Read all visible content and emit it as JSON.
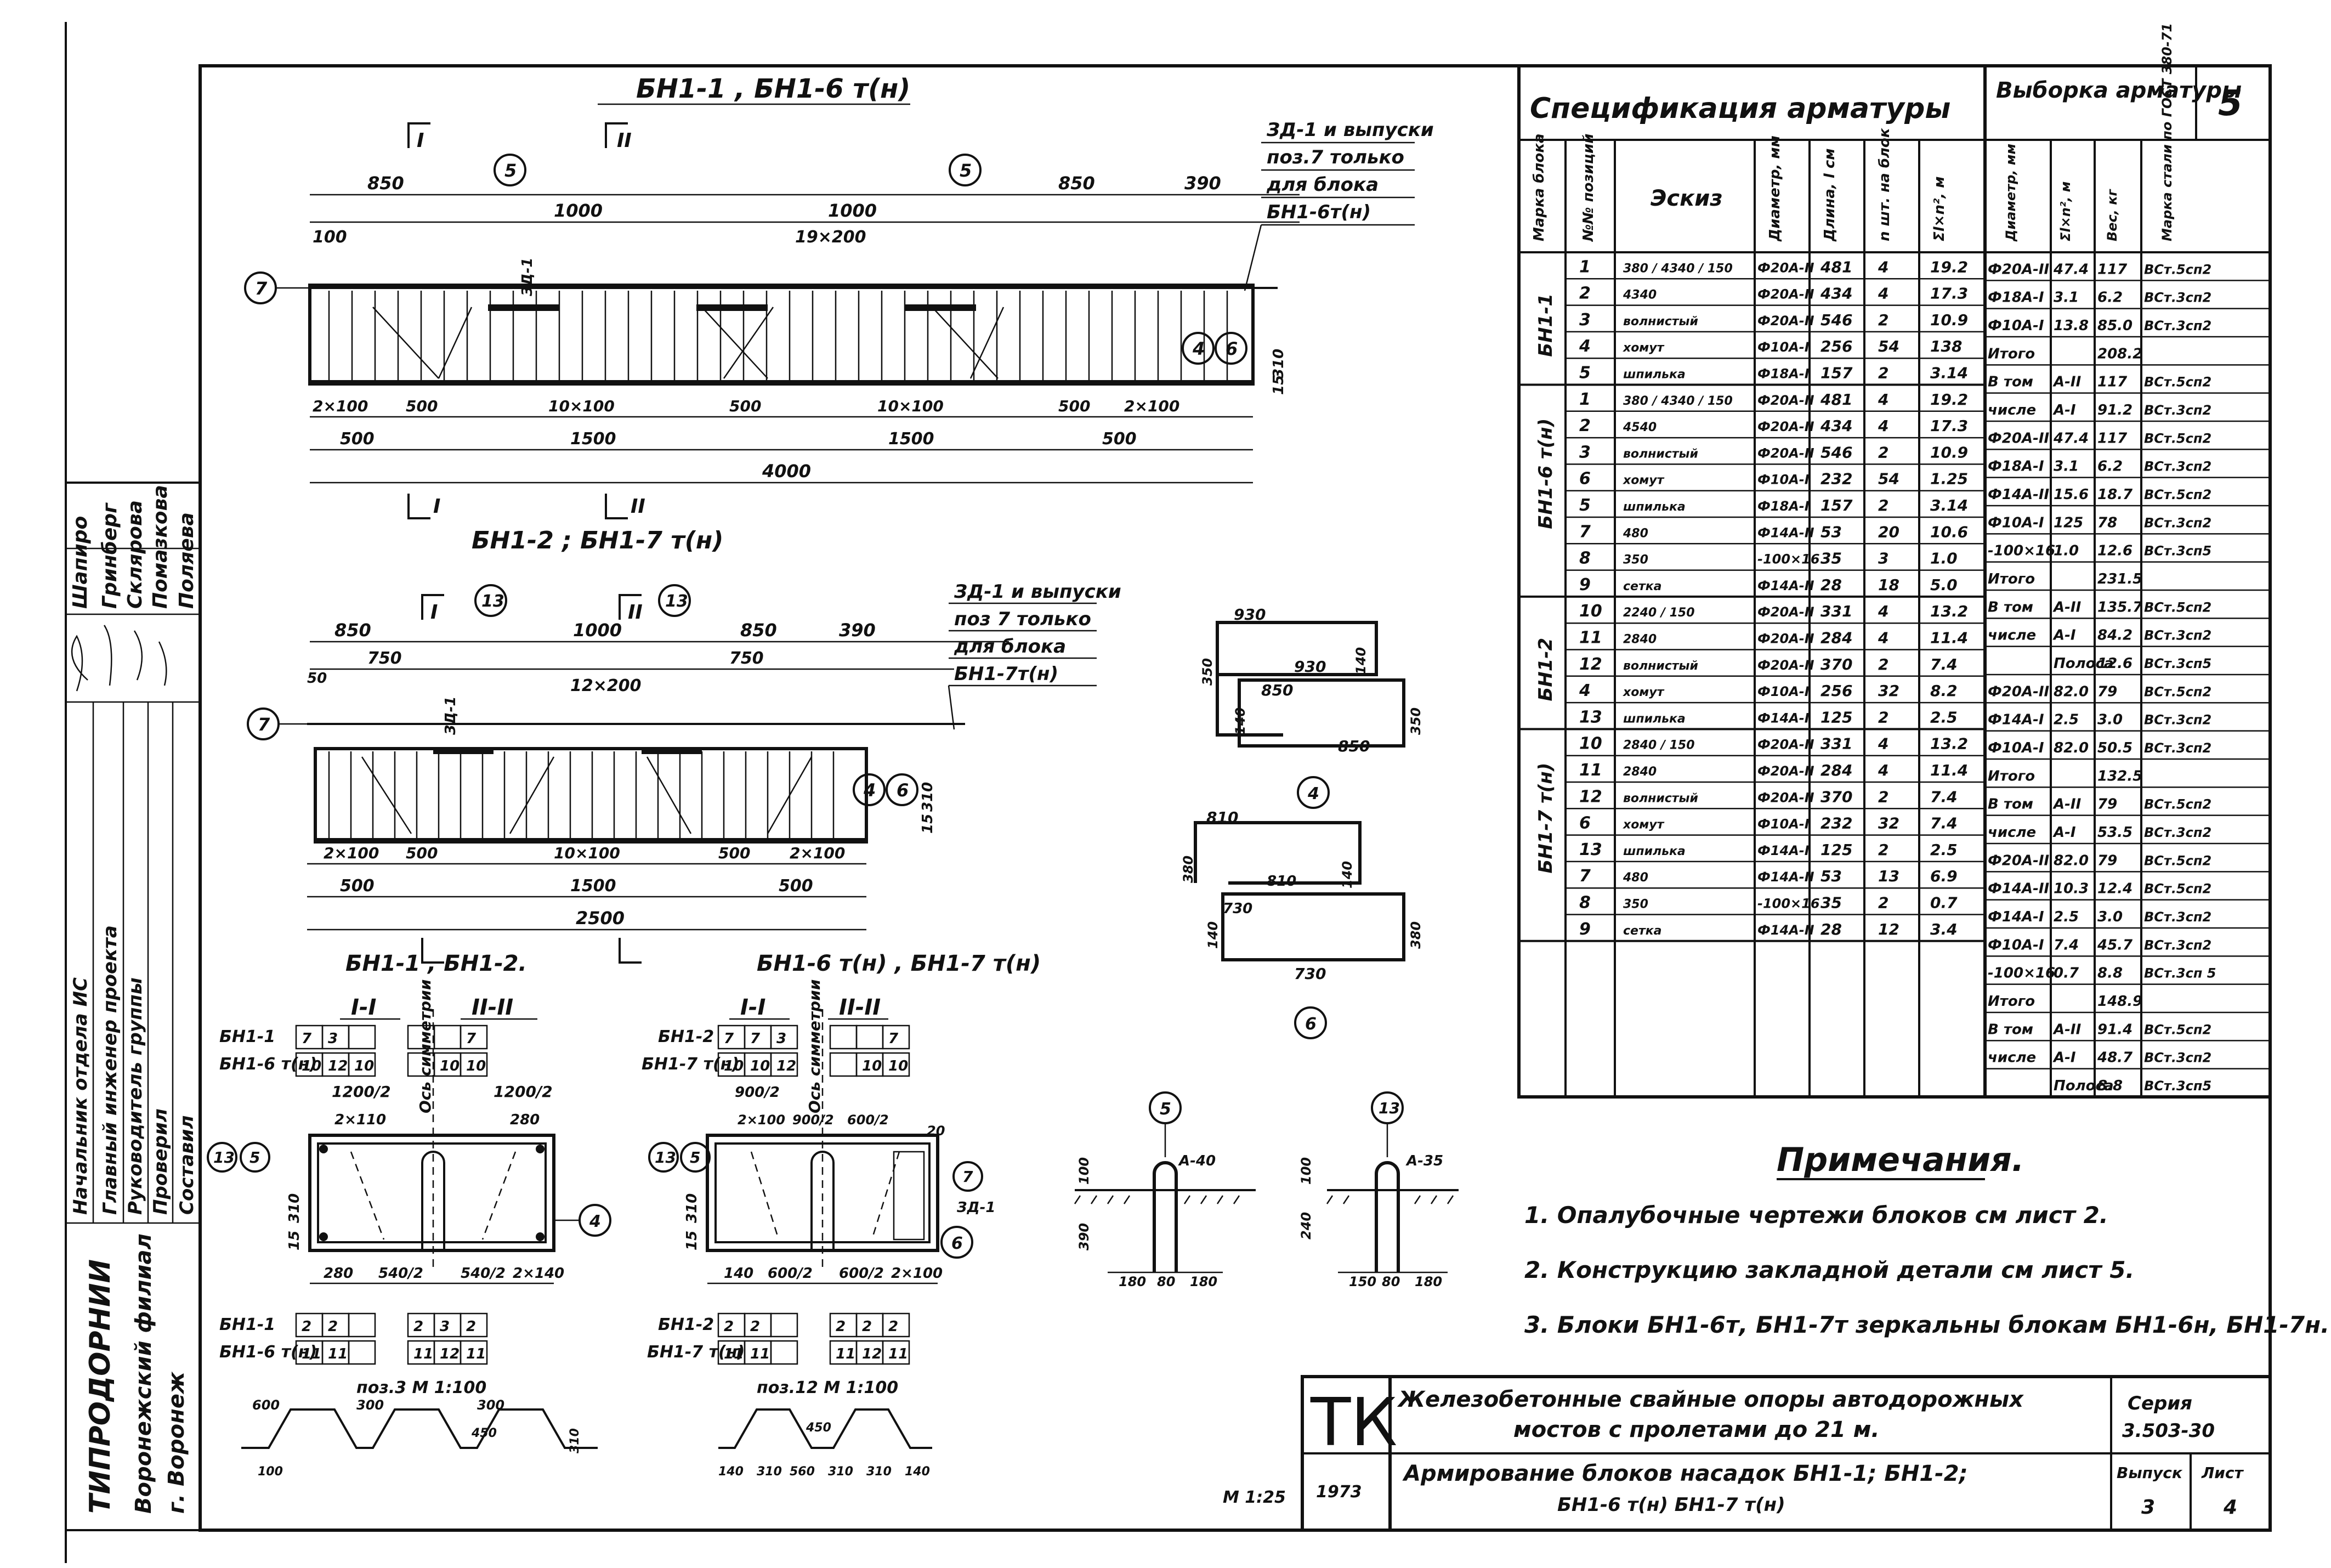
{
  "sheet_number": "5",
  "plan_top": {
    "title": "БН1-1 , БН1-6 т(н)",
    "section_marks": [
      "I",
      "II"
    ],
    "note_lines": [
      "ЗД-1 и выпуски",
      "поз.7 только",
      "для блока",
      "БН1-6т(н)"
    ],
    "top_dims": [
      "850",
      "1000",
      "1000",
      "850",
      "390"
    ],
    "inner_dims": [
      "100",
      "19×200"
    ],
    "bottom_dims": [
      "2×100",
      "500",
      "10×100",
      "500",
      "10×100",
      "500",
      "2×100"
    ],
    "half_dims": [
      "500",
      "1500",
      "1500",
      "500"
    ],
    "total_dim": "4000",
    "callouts": [
      "5",
      "5",
      "7",
      "4",
      "6"
    ],
    "embed_label": "ЗД-1",
    "height_dims": [
      "310",
      "15"
    ]
  },
  "plan_mid": {
    "title": "БН1-2 ; БН1-7 т(н)",
    "section_marks": [
      "I",
      "II"
    ],
    "note_lines": [
      "ЗД-1 и выпуски",
      "поз 7 только",
      "для блока",
      "БН1-7т(н)"
    ],
    "top_dims": [
      "850",
      "1000",
      "850",
      "390"
    ],
    "inner_dims": [
      "750",
      "12×200",
      "750",
      "50"
    ],
    "bottom_dims": [
      "2×100",
      "500",
      "10×100",
      "500",
      "2×100"
    ],
    "half_dims": [
      "500",
      "1500",
      "500"
    ],
    "total_dim": "2500",
    "callouts": [
      "13",
      "13",
      "7",
      "4",
      "6"
    ],
    "embed_label": "ЗД-1",
    "height_dims": [
      "310",
      "15"
    ]
  },
  "sections_left": {
    "title": "БН1-1 , БН1-2.",
    "sec1": "I-I",
    "sec2": "II-II",
    "row1_label": "БН1-1",
    "row1_vals": [
      "7",
      "3",
      "",
      "",
      "",
      "7"
    ],
    "row2_label": "БН1-6 т(н)",
    "row2_vals": [
      "10",
      "12",
      "10",
      "",
      "10",
      "10"
    ],
    "axis_label": "Ось симметрии",
    "dims_top": [
      "1200/2",
      "1200/2",
      "2×110",
      "280"
    ],
    "dims_bottom": [
      "280",
      "540/2",
      "540/2",
      "2×140"
    ],
    "dims_side": [
      "310",
      "15"
    ],
    "callouts": [
      "13",
      "5",
      "4"
    ],
    "bottom_rows": [
      {
        "label": "БН1-1",
        "vals": [
          "2",
          "2",
          "",
          "2",
          "3",
          "2"
        ]
      },
      {
        "label": "БН1-6 т(н)",
        "vals": [
          "11",
          "11",
          "",
          "11",
          "12",
          "11"
        ]
      }
    ],
    "bend_title": "поз.3 М 1:100",
    "bend_dims": [
      "600",
      "300",
      "300",
      "450",
      "310",
      "100"
    ]
  },
  "sections_right": {
    "title": "БН1-6 т(н) , БН1-7 т(н)",
    "sec1": "I-I",
    "sec2": "II-II",
    "row1_label": "БН1-2",
    "row1_vals": [
      "7",
      "7",
      "3",
      "",
      "",
      "7"
    ],
    "row2_label": "БН1-7 т(н)",
    "row2_vals": [
      "10",
      "10",
      "12",
      "",
      "10",
      "10"
    ],
    "axis_label": "Ось симметрии",
    "dims_top": [
      "900/2",
      "2×100",
      "900/2",
      "600/2",
      "20"
    ],
    "dims_bottom": [
      "140",
      "600/2",
      "600/2",
      "2×100"
    ],
    "dims_side": [
      "310",
      "15"
    ],
    "callouts": [
      "13",
      "5",
      "7",
      "6"
    ],
    "embed_label": "ЗД-1",
    "bottom_rows": [
      {
        "label": "БН1-2",
        "vals": [
          "2",
          "2",
          "",
          "2",
          "2",
          "2"
        ]
      },
      {
        "label": "БН1-7 т(н)",
        "vals": [
          "11",
          "11",
          "",
          "11",
          "12",
          "11"
        ]
      }
    ],
    "bend_title": "поз.12 М 1:100",
    "bend_dims": [
      "140",
      "310",
      "560",
      "310",
      "310",
      "140",
      "450"
    ],
    "scale": "М 1:25"
  },
  "stirrups": {
    "upper": {
      "dims": [
        "930",
        "930",
        "140",
        "850",
        "350",
        "850",
        "140",
        "350"
      ],
      "callout": "4"
    },
    "lower": {
      "dims": [
        "810",
        "380",
        "810",
        "730",
        "140",
        "730",
        "140",
        "380"
      ],
      "callout": "6"
    }
  },
  "details": {
    "d5": {
      "callout": "5",
      "label": "А-40",
      "dims": [
        "100",
        "390",
        "180",
        "80",
        "180"
      ]
    },
    "d13": {
      "callout": "13",
      "label": "А-35",
      "dims": [
        "100",
        "240",
        "150",
        "80",
        "180"
      ]
    }
  },
  "spec": {
    "title": "Спецификация арматуры",
    "headers": [
      "Марка блока",
      "№№ позиций",
      "Эскиз",
      "Диаметр, мм",
      "Длина, l см",
      "n шт. на блок",
      "Σl×n², м"
    ],
    "groups": [
      {
        "block": "БН1-1",
        "rows": [
          [
            "1",
            "380 / 4340 / 150",
            "Ф20А-II",
            "481",
            "4",
            "19.2"
          ],
          [
            "2",
            "4340",
            "Ф20А-II",
            "434",
            "4",
            "17.3"
          ],
          [
            "3",
            "волнистый",
            "Ф20А-II",
            "546",
            "2",
            "10.9"
          ],
          [
            "4",
            "хомут",
            "Ф10А-I",
            "256",
            "54",
            "138"
          ],
          [
            "5",
            "шпилька",
            "Ф18А-I",
            "157",
            "2",
            "3.14"
          ]
        ]
      },
      {
        "block": "БН1-6 т(н)",
        "rows": [
          [
            "1",
            "380 / 4340 / 150",
            "Ф20А-II",
            "481",
            "4",
            "19.2"
          ],
          [
            "2",
            "4540",
            "Ф20А-II",
            "434",
            "4",
            "17.3"
          ],
          [
            "3",
            "волнистый",
            "Ф20А-II",
            "546",
            "2",
            "10.9"
          ],
          [
            "6",
            "хомут",
            "Ф10А-I",
            "232",
            "54",
            "1.25"
          ],
          [
            "5",
            "шпилька",
            "Ф18А-I",
            "157",
            "2",
            "3.14"
          ],
          [
            "7",
            "480",
            "Ф14А-II",
            "53",
            "20",
            "10.6"
          ],
          [
            "8",
            "350",
            "-100×16",
            "35",
            "3",
            "1.0"
          ],
          [
            "9",
            "сетка",
            "Ф14А-II",
            "28",
            "18",
            "5.0"
          ]
        ]
      },
      {
        "block": "БН1-2",
        "rows": [
          [
            "10",
            "2240 / 150",
            "Ф20А-II",
            "331",
            "4",
            "13.2"
          ],
          [
            "11",
            "2840",
            "Ф20А-II",
            "284",
            "4",
            "11.4"
          ],
          [
            "12",
            "волнистый",
            "Ф20А-II",
            "370",
            "2",
            "7.4"
          ],
          [
            "4",
            "хомут",
            "Ф10А-I",
            "256",
            "32",
            "8.2"
          ],
          [
            "13",
            "шпилька",
            "Ф14А-I",
            "125",
            "2",
            "2.5"
          ]
        ]
      },
      {
        "block": "БН1-7 т(н)",
        "rows": [
          [
            "10",
            "2840 / 150",
            "Ф20А-II",
            "331",
            "4",
            "13.2"
          ],
          [
            "11",
            "2840",
            "Ф20А-II",
            "284",
            "4",
            "11.4"
          ],
          [
            "12",
            "волнистый",
            "Ф20А-II",
            "370",
            "2",
            "7.4"
          ],
          [
            "6",
            "хомут",
            "Ф10А-I",
            "232",
            "32",
            "7.4"
          ],
          [
            "13",
            "шпилька",
            "Ф14А-I",
            "125",
            "2",
            "2.5"
          ],
          [
            "7",
            "480",
            "Ф14А-II",
            "53",
            "13",
            "6.9"
          ],
          [
            "8",
            "350",
            "-100×16",
            "35",
            "2",
            "0.7"
          ],
          [
            "9",
            "сетка",
            "Ф14А-II",
            "28",
            "12",
            "3.4"
          ]
        ]
      }
    ]
  },
  "selection": {
    "title": "Выборка арматуры",
    "headers": [
      "Диаметр, мм",
      "Σl×n², м",
      "Вес, кг",
      "Марка стали по ГОСТ 380-71"
    ],
    "rows": [
      [
        "Ф20А-II",
        "47.4",
        "117",
        "ВСт.5сп2"
      ],
      [
        "Ф18А-I",
        "3.1",
        "6.2",
        "ВСт.3сп2"
      ],
      [
        "Ф10А-I",
        "13.8",
        "85.0",
        "ВСт.3сп2"
      ],
      [
        "Итого",
        "",
        "208.2",
        ""
      ],
      [
        "В том",
        "А-II",
        "117",
        "ВСт.5сп2"
      ],
      [
        "числе",
        "А-I",
        "91.2",
        "ВСт.3сп2"
      ],
      [
        "Ф20А-II",
        "47.4",
        "117",
        "ВСт.5сп2"
      ],
      [
        "Ф18А-I",
        "3.1",
        "6.2",
        "ВСт.3сп2"
      ],
      [
        "Ф14А-II",
        "15.6",
        "18.7",
        "ВСт.5сп2"
      ],
      [
        "Ф10А-I",
        "125",
        "78",
        "ВСт.3сп2"
      ],
      [
        "-100×16",
        "1.0",
        "12.6",
        "ВСт.3сп5"
      ],
      [
        "Итого",
        "",
        "231.5",
        ""
      ],
      [
        "В том",
        "А-II",
        "135.7",
        "ВСт.5сп2"
      ],
      [
        "числе",
        "А-I",
        "84.2",
        "ВСт.3сп2"
      ],
      [
        "",
        "Полоса",
        "12.6",
        "ВСт.3сп5"
      ],
      [
        "Ф20А-II",
        "82.0",
        "79",
        "ВСт.5сп2"
      ],
      [
        "Ф14А-I",
        "2.5",
        "3.0",
        "ВСт.3сп2"
      ],
      [
        "Ф10А-I",
        "82.0",
        "50.5",
        "ВСт.3сп2"
      ],
      [
        "Итого",
        "",
        "132.5",
        ""
      ],
      [
        "В том",
        "А-II",
        "79",
        "ВСт.5сп2"
      ],
      [
        "числе",
        "А-I",
        "53.5",
        "ВСт.3сп2"
      ],
      [
        "Ф20А-II",
        "82.0",
        "79",
        "ВСт.5сп2"
      ],
      [
        "Ф14А-II",
        "10.3",
        "12.4",
        "ВСт.5сп2"
      ],
      [
        "Ф14А-I",
        "2.5",
        "3.0",
        "ВСт.3сп2"
      ],
      [
        "Ф10А-I",
        "7.4",
        "45.7",
        "ВСт.3сп2"
      ],
      [
        "-100×16",
        "0.7",
        "8.8",
        "ВСт.3сп 5"
      ],
      [
        "Итого",
        "",
        "148.9",
        ""
      ],
      [
        "В том",
        "А-II",
        "91.4",
        "ВСт.5сп2"
      ],
      [
        "числе",
        "А-I",
        "48.7",
        "ВСт.3сп2"
      ],
      [
        "",
        "Полоса",
        "8.8",
        "ВСт.3сп5"
      ]
    ]
  },
  "notes": {
    "title": "Примечания.",
    "items": [
      "1. Опалубочные чертежи блоков см лист 2.",
      "2. Конструкцию закладной детали см лист 5.",
      "3. Блоки БН1-6т, БН1-7т зеркальны блокам БН1-6н, БН1-7н."
    ]
  },
  "title_block": {
    "logo": "ТК",
    "year": "1973",
    "name1": "Железобетонные свайные опоры автодорожных",
    "name2": "мостов с пролетами до 21 м.",
    "name3": "Армирование блоков насадок БН1-1; БН1-2;",
    "name4": "БН1-6 т(н) БН1-7 т(н)",
    "series_label": "Серия",
    "series": "3.503-30",
    "issue_label": "Выпуск",
    "issue": "3",
    "sheet_label": "Лист",
    "sheet": "4"
  },
  "side_stamp": {
    "org1": "ТИПРОДОРНИИ",
    "org2": "Воронежский филиал",
    "org3": "г. Воронеж",
    "roles": [
      "Начальник отдела ИС",
      "Главный инженер проекта",
      "Руководитель группы",
      "Проверил",
      "Составил"
    ],
    "names": [
      "Шапиро",
      "Гринберг",
      "Склярова",
      "Помазкова",
      "Поляева"
    ]
  }
}
